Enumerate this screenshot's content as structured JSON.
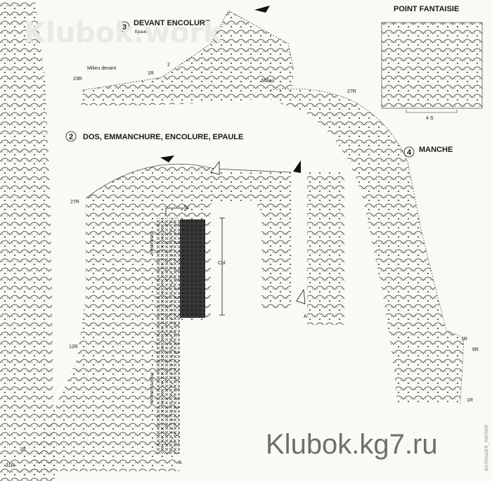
{
  "watermark_top": "Klubok.work",
  "watermark_bottom": "Klubok.kg7.ru",
  "watermark_side": "волошая_лилия",
  "section3": {
    "number": "3",
    "title": "DEVANT ENCOLURE",
    "sub_epaule": "Epaule",
    "milieu_devant": "Milieu devant",
    "row_23": "23R",
    "row_1": "1R",
    "row_2": "2"
  },
  "point_fantaisie": {
    "title": "POINT FANTAISIE",
    "repeat": "4 S"
  },
  "section2": {
    "number": "2",
    "title": "DOS, EMMANCHURE, ENCOLURE, EPAULE",
    "row_27": "27R",
    "row_12": "12R",
    "row_1": "1R",
    "row_31": "31R",
    "label_a": "A",
    "label_a2": "A",
    "boutonniere": "Boutonnière",
    "col": "Col",
    "point_ecrevisse": "Point d'écrevisse"
  },
  "section4": {
    "number": "4",
    "title": "MANCHE",
    "milieu": "Milieu",
    "row_27": "27R",
    "row_1a": "1R",
    "row_6": "6R",
    "row_1b": "1R"
  }
}
